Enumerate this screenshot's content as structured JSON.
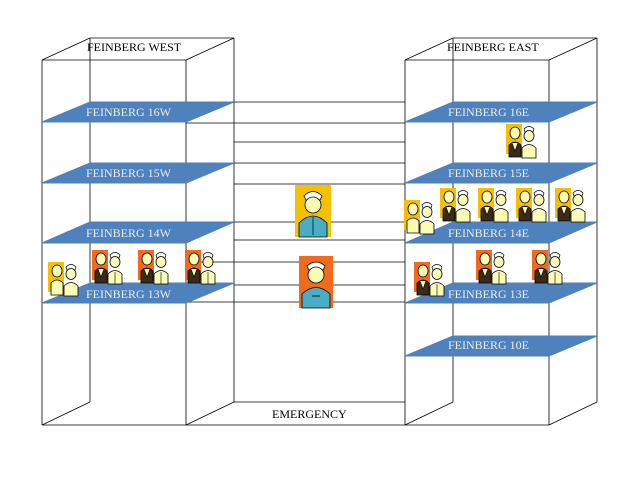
{
  "colors": {
    "floor_fill": "#4f81bd",
    "floor_text": "#e9eef7",
    "line": "#000000",
    "badge_orange": "#f26b1d",
    "badge_yellow": "#f5c000",
    "shirt_yellow": "#fbfbb5",
    "nurse_blue": "#4bacc6"
  },
  "buildings": {
    "west": {
      "title": "FEINBERG WEST"
    },
    "east": {
      "title": "FEINBERG EAST"
    }
  },
  "floors": {
    "w16": "FEINBERG 16W",
    "w15": "FEINBERG 15W",
    "w14": "FEINBERG 14W",
    "w13": "FEINBERG 13W",
    "e16": "FEINBERG 16E",
    "e15": "FEINBERG 15E",
    "e14": "FEINBERG 14E",
    "e13": "FEINBERG 13E",
    "e10": "FEINBERG 10E"
  },
  "emergency": {
    "label": "EMERGENCY"
  },
  "icons": {
    "doctor_nurse_pair": "doctor-nurse-pair-icon",
    "nurse": "nurse-icon",
    "patient": "patient-icon"
  },
  "staff_groups": {
    "west_13": 4,
    "east_13": 3,
    "east_14": 5,
    "east_16": 1,
    "east_14_yellow": 1
  }
}
